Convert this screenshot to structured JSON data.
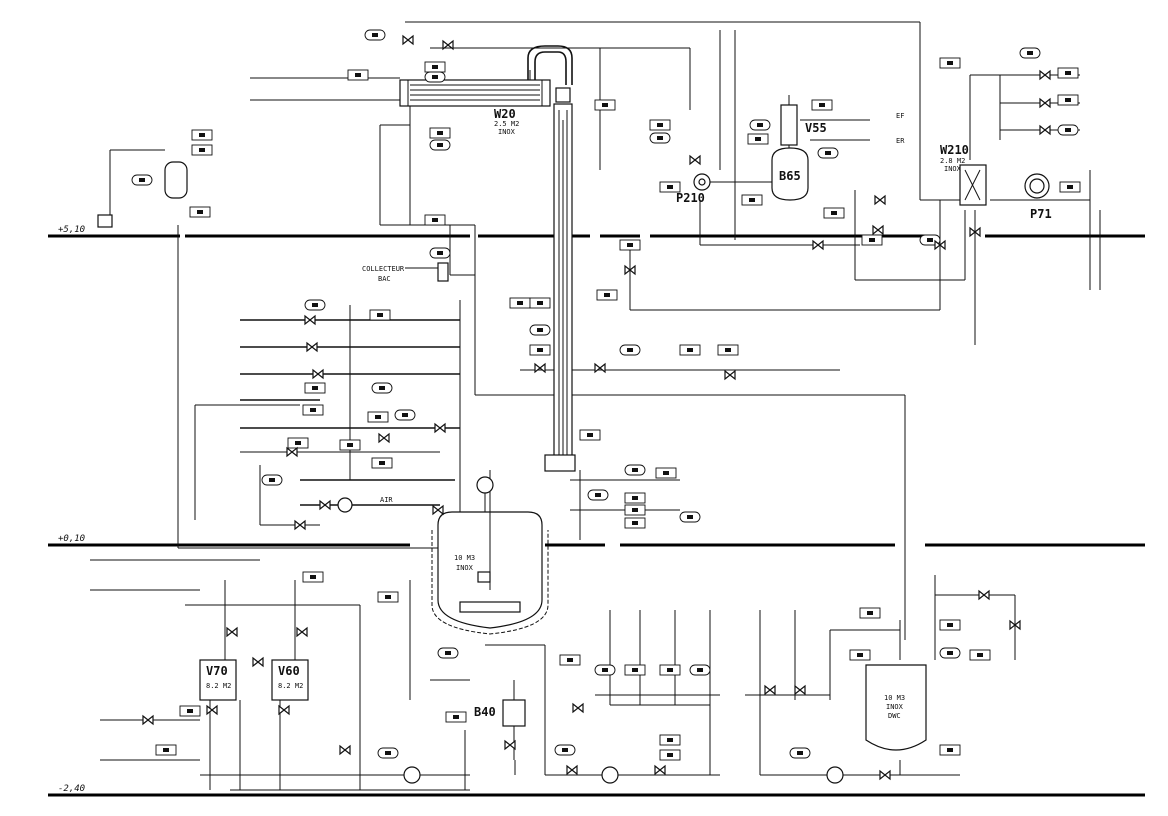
{
  "levels": {
    "upper": "+5,10",
    "middle": "+0,10",
    "lower": "-2,40"
  },
  "equipment": {
    "condenser": {
      "tag": "W20",
      "spec1": "2.5 M2",
      "spec2": "INOX"
    },
    "reactor": {
      "spec1": "10 M3",
      "spec2": "INOX"
    },
    "receiver_b65": {
      "tag": "B65"
    },
    "vessel_v55": {
      "tag": "V55"
    },
    "pump_p210": {
      "tag": "P210"
    },
    "exchanger_w210": {
      "tag": "W210",
      "spec1": "2.8 M2",
      "spec2": "INOX"
    },
    "pump_p71": {
      "tag": "P71"
    },
    "filter_v70": {
      "tag": "V70",
      "spec": "8.2 M2"
    },
    "filter_v60": {
      "tag": "V60",
      "spec": "8.2 M2"
    },
    "vessel_b40": {
      "tag": "B40"
    },
    "tank_bottom_right": {
      "spec1": "10 M3",
      "spec2": "INOX",
      "spec3": "DWC"
    }
  },
  "labels": {
    "collecteur": "COLLECTEUR",
    "bac": "BAC",
    "air": "AIR",
    "ef": "EF",
    "er": "ER"
  }
}
